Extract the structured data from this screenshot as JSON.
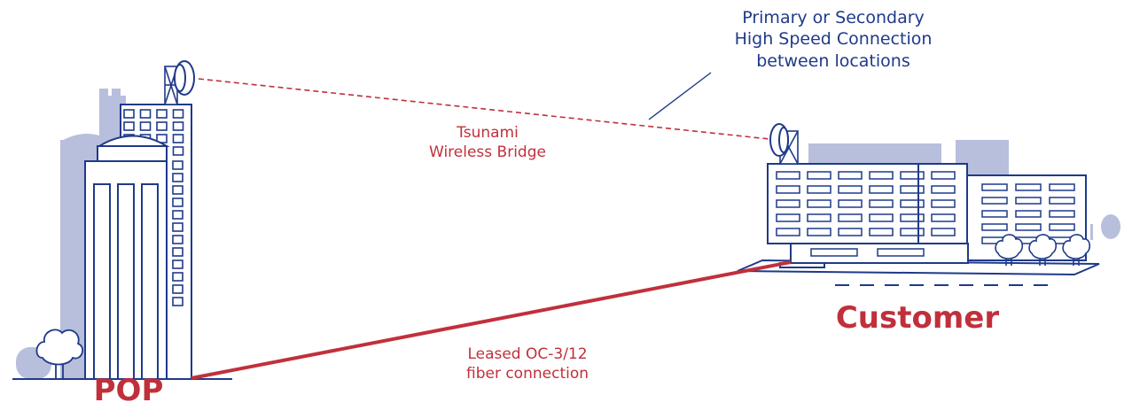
{
  "callout": {
    "line1": "Primary or Secondary",
    "line2": "High Speed Connection",
    "line3": "between locations"
  },
  "wireless": {
    "line1": "Tsunami",
    "line2": "Wireless Bridge"
  },
  "fiber": {
    "line1": "Leased OC-3/12",
    "line2": "fiber connection"
  },
  "sites": {
    "left": "POP",
    "right": "Customer"
  },
  "colors": {
    "outline": "#1f3a8a",
    "shade": "#b8bfdc",
    "link": "#c0303b",
    "background": "#ffffff"
  }
}
